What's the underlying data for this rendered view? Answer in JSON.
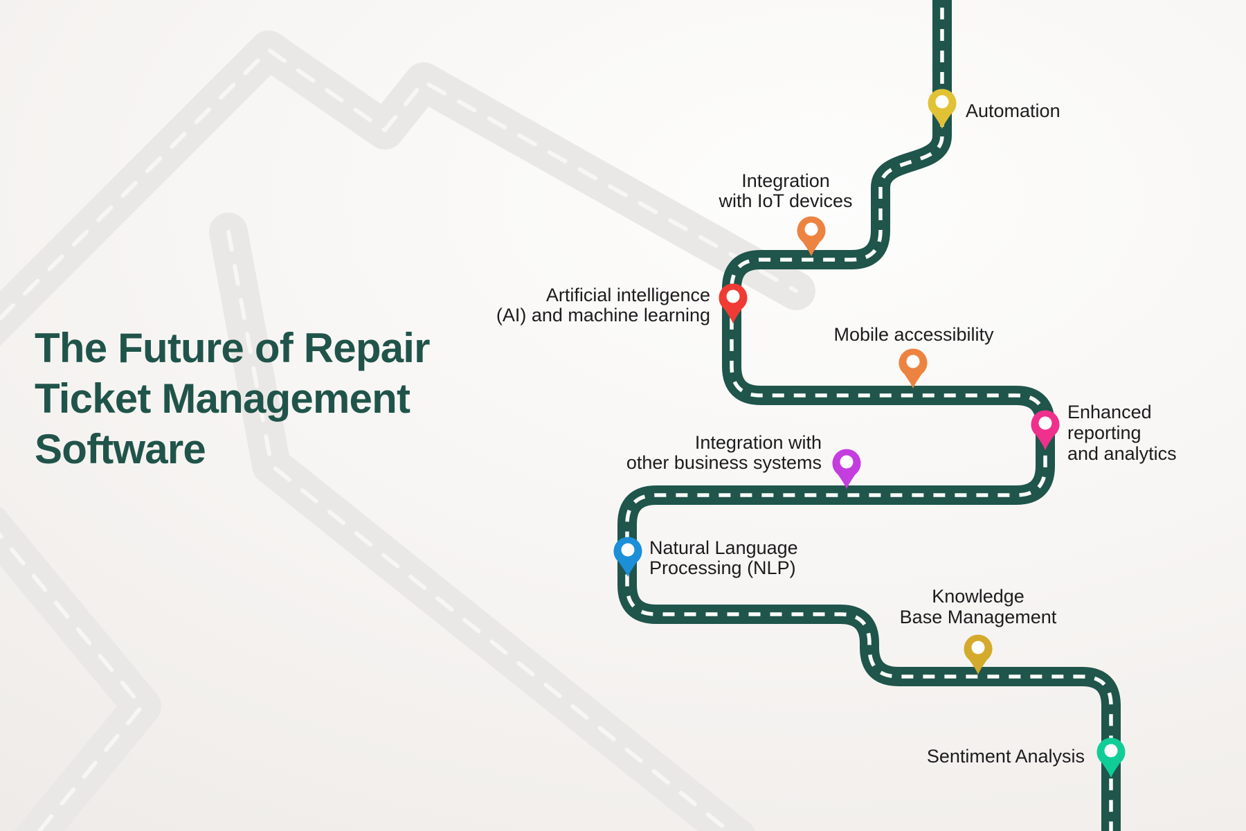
{
  "title": {
    "text_lines": [
      "The Future of Repair",
      "Ticket Management",
      "Software"
    ],
    "color": "#20544a"
  },
  "road": {
    "color": "#1f554b",
    "dash_color": "#fbfbf9"
  },
  "watermark": {
    "road_color": "#eae8e6",
    "dash_color": "#f8f7f5"
  },
  "label_color": "#1c1c1e",
  "pin_hole_color": "#ffffff",
  "milestones": [
    {
      "id": "automation",
      "lines": [
        "Automation"
      ],
      "pin_color": "#e2c235"
    },
    {
      "id": "iot-integration",
      "lines": [
        "Integration",
        "with IoT devices"
      ],
      "pin_color": "#ed8340"
    },
    {
      "id": "ai-machine-learning",
      "lines": [
        "Artificial intelligence",
        "(AI) and machine learning"
      ],
      "pin_color": "#ef3b33"
    },
    {
      "id": "mobile-accessibility",
      "lines": [
        "Mobile accessibility"
      ],
      "pin_color": "#ed8340"
    },
    {
      "id": "enhanced-reporting",
      "lines": [
        "Enhanced",
        "reporting",
        "and analytics"
      ],
      "pin_color": "#ef308c"
    },
    {
      "id": "business-systems-integration",
      "lines": [
        "Integration with",
        "other business systems"
      ],
      "pin_color": "#c43ddf"
    },
    {
      "id": "natural-language-processing",
      "lines": [
        "Natural Language",
        "Processing (NLP)"
      ],
      "pin_color": "#1b8fd8"
    },
    {
      "id": "knowledge-base-management",
      "lines": [
        "Knowledge",
        "Base Management"
      ],
      "pin_color": "#d3aa2b"
    },
    {
      "id": "sentiment-analysis",
      "lines": [
        "Sentiment Analysis"
      ],
      "pin_color": "#10cd98"
    }
  ]
}
